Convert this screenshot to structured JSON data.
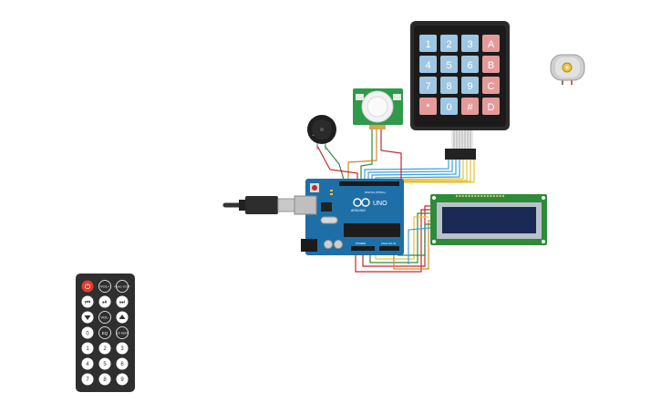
{
  "keypad": {
    "keys": [
      "1",
      "2",
      "3",
      "A",
      "4",
      "5",
      "6",
      "B",
      "7",
      "8",
      "9",
      "C",
      "*",
      "0",
      "#",
      "D"
    ]
  },
  "arduino": {
    "model": "UNO",
    "brand": "ARDUINO",
    "digital_label": "DIGITAL (PWM~)",
    "power_label": "POWER",
    "analog_label": "ANALOG IN"
  },
  "remote": {
    "buttons": [
      "power",
      "VOL+",
      "FUNC/STOP",
      "prev",
      "play",
      "next",
      "down",
      "VOL-",
      "up",
      "0",
      "EQ",
      "ST/REPT",
      "1",
      "2",
      "3",
      "4",
      "5",
      "6",
      "7",
      "8",
      "9"
    ],
    "labels": {
      "vol_up": "VOL+",
      "func": "FUNC/ STOP",
      "vol_down": "VOL-",
      "eq": "EQ",
      "st": "ST/ REPT",
      "zero": "0"
    },
    "digits": [
      "1",
      "2",
      "3",
      "4",
      "5",
      "6",
      "7",
      "8",
      "9"
    ]
  },
  "colors": {
    "arduino_board": "#1e6fa8",
    "lcd_board": "#2e8b3a",
    "lcd_screen": "#1a2a55",
    "keypad_body": "#2b2b2b",
    "key_blue": "#9fc6e2",
    "key_red": "#e59a9a",
    "pir_board": "#2e9a4a",
    "remote_body": "#2f2f2f",
    "remote_power": "#e23b2e"
  }
}
